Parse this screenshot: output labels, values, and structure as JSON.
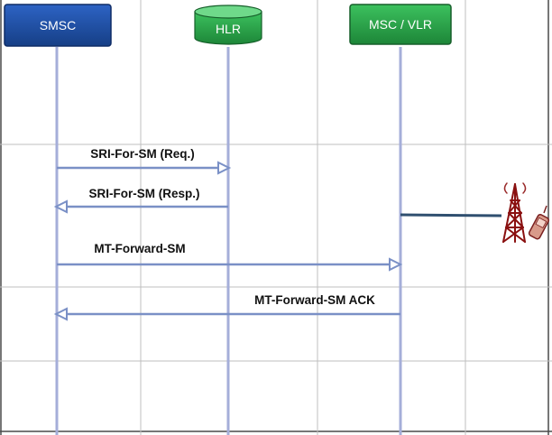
{
  "entities": {
    "smsc": {
      "label": "SMSC",
      "color": "#1f4e9e"
    },
    "hlr": {
      "label": "HLR",
      "color": "#27a045"
    },
    "msc": {
      "label": "MSC / VLR",
      "color": "#27a045"
    }
  },
  "messages": [
    {
      "label": "SRI-For-SM (Req.)",
      "from": "smsc",
      "to": "hlr"
    },
    {
      "label": "SRI-For-SM (Resp.)",
      "from": "hlr",
      "to": "smsc"
    },
    {
      "label": "MT-Forward-SM",
      "from": "smsc",
      "to": "msc"
    },
    {
      "label": "MT-Forward-SM ACK",
      "from": "msc",
      "to": "smsc"
    }
  ],
  "colors": {
    "lifeline": "#a5aed9",
    "grid": "#4a4a4a",
    "arrow": "#7a90c6"
  },
  "icons": [
    "radio-tower-icon",
    "mobile-phone-icon"
  ]
}
